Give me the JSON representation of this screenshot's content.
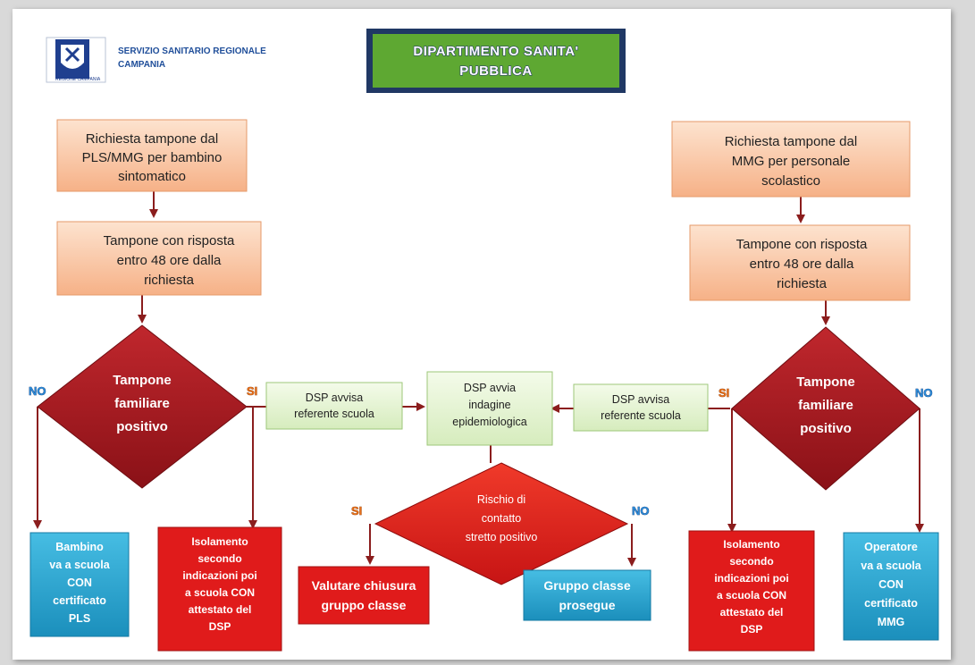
{
  "header": {
    "logo_line1": "SERVIZIO  SANITARIO REGIONALE",
    "logo_line2": "CAMPANIA",
    "logo_small": "REGIONE CAMPANIA",
    "title_line1": "DIPARTIMENTO SANITA'",
    "title_line2": "PUBBLICA"
  },
  "left": {
    "request": [
      "Richiesta tampone dal",
      "PLS/MMG per bambino",
      "sintomatico"
    ],
    "swab": [
      "Tampone con risposta",
      "entro 48 ore dalla",
      "richiesta"
    ],
    "decision": [
      "Tampone",
      "familiare",
      "positivo"
    ],
    "yes_label": "SI",
    "no_label": "NO",
    "negative_outcome": [
      "Bambino",
      "va a scuola",
      "CON",
      "certificato",
      "PLS"
    ],
    "positive_outcome": [
      "Isolamento",
      "secondo",
      "indicazioni poi",
      "a scuola CON",
      "attestato del",
      "DSP"
    ]
  },
  "right": {
    "request": [
      "Richiesta tampone dal",
      "MMG per personale",
      "scolastico"
    ],
    "swab": [
      "Tampone con risposta",
      "entro 48 ore dalla",
      "richiesta"
    ],
    "decision": [
      "Tampone",
      "familiare",
      "positivo"
    ],
    "yes_label": "SI",
    "no_label": "NO",
    "negative_outcome": [
      "Operatore",
      "va a scuola",
      "CON",
      "certificato",
      "MMG"
    ],
    "positive_outcome": [
      "Isolamento",
      "secondo",
      "indicazioni poi",
      "a scuola CON",
      "attestato del",
      "DSP"
    ]
  },
  "center": {
    "notify_left": [
      "DSP avvisa",
      "referente scuola"
    ],
    "notify_right": [
      "DSP avvisa",
      "referente scuola"
    ],
    "investigation": [
      "DSP avvia",
      "indagine",
      "epidemiologica"
    ],
    "risk_decision": [
      "Rischio di",
      "contatto",
      "stretto positivo"
    ],
    "yes_label": "SI",
    "no_label": "NO",
    "yes_outcome": [
      "Valutare chiusura",
      "gruppo classe"
    ],
    "no_outcome": [
      "Gruppo classe",
      "prosegue"
    ]
  },
  "colors": {
    "peach_top": "#fde3cf",
    "peach_bottom": "#f6b187",
    "green_box": "#e8f5d6",
    "title_bg": "#5ea832",
    "diamond": "#a31a1f",
    "red_box": "#e01b1b",
    "blue_box": "#2aa6d0",
    "arrow": "#8b1d1d"
  }
}
